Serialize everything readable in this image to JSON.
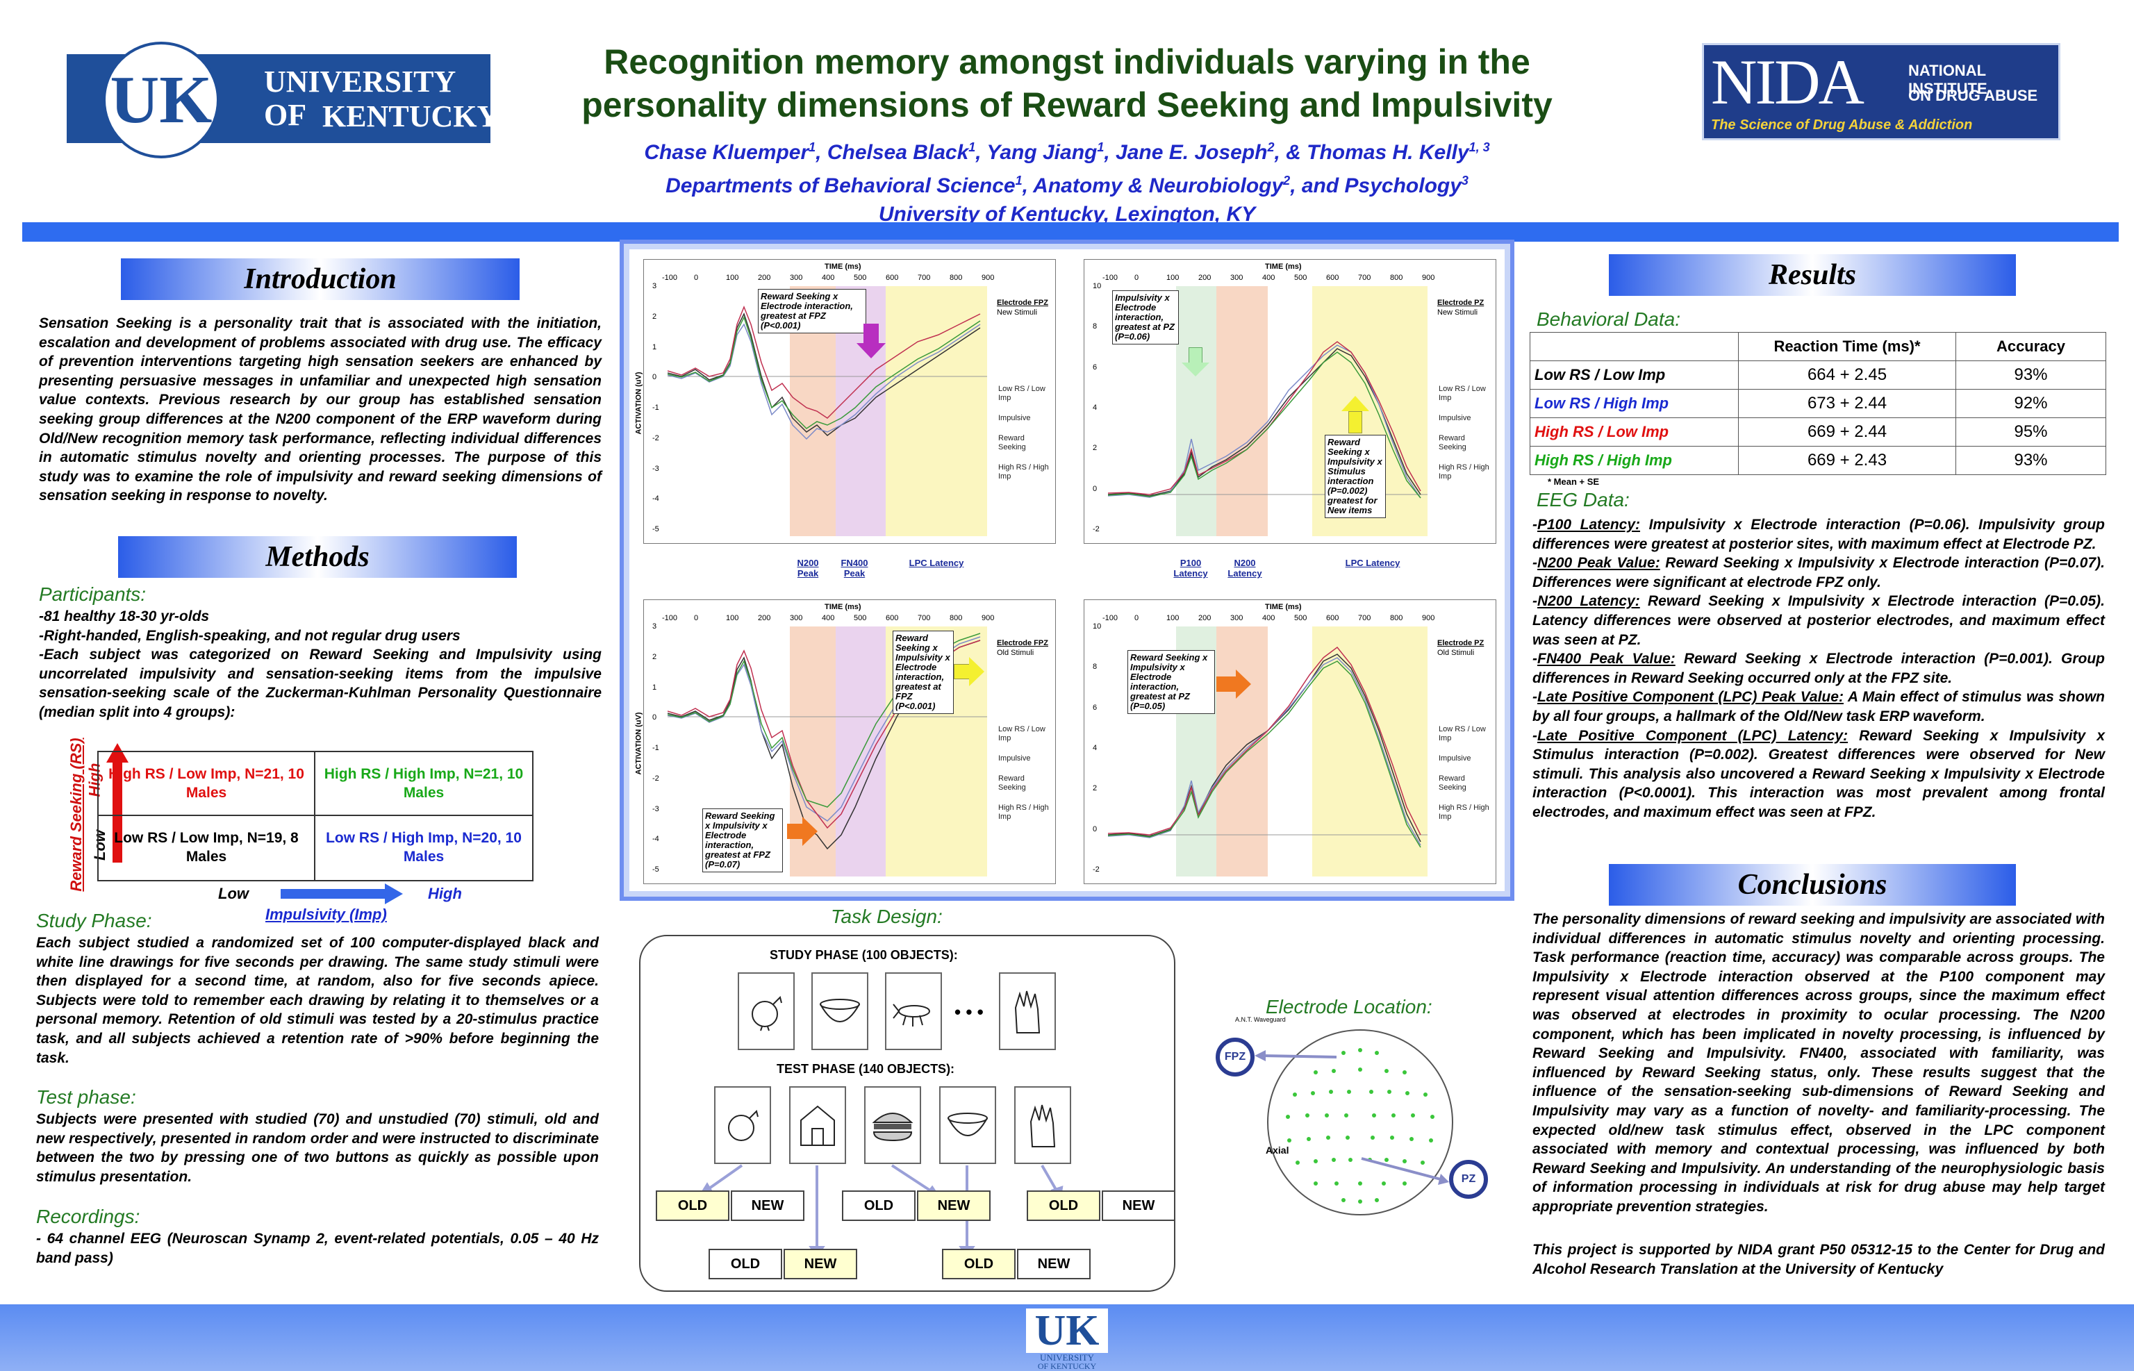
{
  "header": {
    "title_line1": "Recognition memory amongst individuals varying in the",
    "title_line2": "personality dimensions of Reward Seeking and Impulsivity",
    "authors_html": "Chase Kluemper<sup>1</sup>, Chelsea Black<sup>1</sup>, Yang Jiang<sup>1</sup>, Jane E. Joseph<sup>2</sup>, &amp; Thomas H. Kelly<sup>1, 3</sup>",
    "departments_html": "Departments of Behavioral Science<sup>1</sup>, Anatomy &amp; Neurobiology<sup>2</sup>, and Psychology<sup>3</sup>",
    "affiliation": "University of Kentucky, Lexington, KY",
    "uk_logo": {
      "mark": "UK",
      "line1": "UNIVERSITY OF",
      "line2": "KENTUCKY"
    },
    "nida_logo": {
      "mark": "NIDA",
      "line1": "NATIONAL INSTITUTE",
      "line2": "ON DRUG ABUSE",
      "tagline": "The Science of Drug Abuse & Addiction"
    }
  },
  "introduction": {
    "heading": "Introduction",
    "text": "Sensation Seeking is a personality trait that is associated with the initiation, escalation and development of problems associated with drug use. The efficacy of prevention interventions targeting high sensation seekers are enhanced by presenting persuasive messages in unfamiliar and unexpected high sensation value contexts. Previous research by our group has established sensation seeking group differences at the N200 component of the ERP waveform during Old/New recognition memory task performance, reflecting individual differences in automatic stimulus novelty and orienting processes. The purpose of this study was to examine the role of impulsivity and reward seeking dimensions of sensation seeking in response to novelty."
  },
  "methods": {
    "heading": "Methods",
    "participants_heading": "Participants:",
    "participants": [
      "-81 healthy 18-30 yr-olds",
      "-Right-handed, English-speaking, and not regular drug users",
      "-Each subject was categorized on Reward Seeking and Impulsivity using uncorrelated impulsivity and sensation-seeking items from the impulsive sensation-seeking scale of the Zuckerman-Kuhlman Personality Questionnaire (median split into 4 groups):"
    ],
    "groups": {
      "high_low": "High RS / Low Imp, N=21, 10 Males",
      "high_high": "High RS / High Imp, N=21, 10 Males",
      "low_low": "Low RS / Low Imp, N=19, 8 Males",
      "low_high": "Low RS / High Imp, N=20, 10 Males",
      "y_axis": "Reward Seeking (RS)",
      "y_high": "High",
      "y_low": "Low",
      "x_axis": "Impulsivity (Imp)",
      "x_low": "Low",
      "x_high": "High"
    },
    "study_heading": "Study Phase:",
    "study_text": "Each subject studied a randomized set of 100 computer-displayed black and white line drawings for five seconds per drawing.  The same study stimuli were then displayed for a second time, at random, also for five seconds apiece. Subjects were told to remember each drawing by relating it to themselves or a personal memory. Retention of old stimuli was tested by a 20-stimulus practice task, and all subjects achieved a retention rate of >90% before beginning the task.",
    "test_heading": "Test phase:",
    "test_text": "Subjects were presented with studied (70) and unstudied (70) stimuli, old and new respectively, presented in random order and were instructed to discriminate between the two by pressing one of two buttons as quickly as possible upon stimulus presentation.",
    "rec_heading": "Recordings:",
    "rec_text": "- 64 channel EEG (Neuroscan Synamp 2, event-related potentials, 0.05 – 40 Hz band pass)"
  },
  "erp": {
    "time_label": "TIME (ms)",
    "y_label": "ACTIVATION (uV)",
    "ticks_x": [
      "-100",
      "0",
      "100",
      "200",
      "300",
      "400",
      "500",
      "600",
      "700",
      "800",
      "900"
    ],
    "charts": [
      {
        "elec": "Electrode FPZ",
        "stim": "New Stimuli",
        "ticks_y": [
          "3",
          "2",
          "1",
          "0",
          "-1",
          "-2",
          "-3",
          "-4",
          "-5"
        ],
        "ann": "Reward Seeking x Electrode interaction, greatest at FPZ (P<0.001)"
      },
      {
        "elec": "Electrode PZ",
        "stim": "New Stimuli",
        "ticks_y": [
          "10",
          "8",
          "6",
          "4",
          "2",
          "0",
          "-2"
        ],
        "ann": "Impulsivity x Electrode interaction, greatest at PZ (P=0.06)",
        "ann2": "Reward Seeking x Impulsivity x Stimulus interaction (P=0.002) greatest for New items"
      },
      {
        "elec": "Electrode FPZ",
        "stim": "Old Stimuli",
        "ticks_y": [
          "3",
          "2",
          "1",
          "0",
          "-1",
          "-2",
          "-3",
          "-4",
          "-5"
        ],
        "ann": "Reward Seeking x Impulsivity x Electrode interaction, greatest at FPZ (P<0.001)",
        "ann2": "Reward Seeking x Impulsivity x Electrode interaction, greatest at FPZ (P=0.07)"
      },
      {
        "elec": "Electrode PZ",
        "stim": "Old Stimuli",
        "ticks_y": [
          "10",
          "8",
          "6",
          "4",
          "2",
          "0",
          "-2"
        ],
        "ann": "Reward Seeking x Impulsivity x Electrode interaction, greatest at PZ (P=0.05)"
      }
    ],
    "legend": [
      "Low RS / Low Imp",
      "Impulsive",
      "Reward Seeking",
      "High RS / High Imp"
    ],
    "latency_left": [
      "N200 Peak",
      "FN400 Peak",
      "LPC Latency"
    ],
    "latency_right": [
      "P100 Latency",
      "N200 Latency",
      "LPC Latency"
    ]
  },
  "task": {
    "heading": "Task Design:",
    "study_label": "STUDY PHASE (100 OBJECTS):",
    "test_label": "TEST PHASE (140 OBJECTS):",
    "ellipsis": "• • •",
    "old": "OLD",
    "new": "NEW"
  },
  "electrode": {
    "heading": "Electrode Location:",
    "fpz": "FPZ",
    "pz": "PZ",
    "axial": "Axial",
    "ant": "A.N.T. Waveguard"
  },
  "results": {
    "heading": "Results",
    "behavioral_heading": "Behavioral Data:",
    "table_headers": [
      "Reaction Time (ms)*",
      "Accuracy"
    ],
    "rows": [
      {
        "group": "Low RS / Low Imp",
        "rt": "664 + 2.45",
        "acc": "93%",
        "color": "#000000"
      },
      {
        "group": "Low RS / High Imp",
        "rt": "673 + 2.44",
        "acc": "92%",
        "color": "#1a2ad0"
      },
      {
        "group": "High RS / Low Imp",
        "rt": "669 + 2.44",
        "acc": "95%",
        "color": "#e01010"
      },
      {
        "group": "High RS / High Imp",
        "rt": "669 + 2.43",
        "acc": "93%",
        "color": "#18a818"
      }
    ],
    "footnote": "* Mean + SE",
    "eeg_heading": "EEG Data:",
    "eeg": [
      {
        "label": "P100 Latency:",
        "text": " Impulsivity x Electrode interaction (P=0.06). Impulsivity group differences were greatest at posterior sites, with maximum effect at Electrode PZ."
      },
      {
        "label": "N200 Peak Value:",
        "text": " Reward Seeking x Impulsivity x Electrode interaction (P=0.07). Differences were significant at electrode FPZ only."
      },
      {
        "label": "N200 Latency:",
        "text": " Reward Seeking x Impulsivity x Electrode interaction (P=0.05). Latency differences were observed at posterior electrodes, and maximum effect was seen at PZ."
      },
      {
        "label": "FN400 Peak Value:",
        "text": " Reward Seeking x Electrode interaction (P=0.001). Group differences in Reward Seeking occurred only at the FPZ site."
      },
      {
        "label": "Late Positive Component (LPC) Peak Value:",
        "text": "  A Main effect of stimulus was shown by all four groups, a hallmark of the Old/New task ERP waveform."
      },
      {
        "label": "Late Positive Component (LPC) Latency:",
        "text": "  Reward Seeking x Impulsivity x Stimulus interaction (P=0.002). Greatest differences were observed for New stimuli.  This analysis also uncovered a Reward Seeking x Impulsivity x Electrode interaction (P<0.0001).   This interaction was most prevalent among frontal electrodes, and maximum effect was seen at FPZ."
      }
    ]
  },
  "conclusions": {
    "heading": "Conclusions",
    "text": "The personality dimensions of reward seeking and impulsivity are associated with individual differences in automatic stimulus novelty and orienting processing. Task performance (reaction time, accuracy) was comparable across groups. The Impulsivity x Electrode interaction observed at the P100 component may represent visual attention differences across groups, since the maximum effect was observed at electrodes in proximity to ocular processing. The N200 component, which has been implicated in novelty processing, is influenced by Reward Seeking and Impulsivity. FN400, associated with familiarity, was influenced by Reward Seeking status, only. These results suggest that the influence of the sensation-seeking sub-dimensions of Reward Seeking and Impulsivity may vary as a function of novelty- and familiarity-processing. The expected old/new task stimulus effect, observed in the LPC component associated with memory and contextual processing, was influenced by both Reward Seeking and Impulsivity. An understanding of the neurophysiologic basis of information processing in individuals at risk for drug abuse may help target appropriate prevention strategies.",
    "funding": "This project is supported by NIDA grant P50 05312-15 to the Center for Drug and Alcohol Research Translation at the University of Kentucky"
  },
  "footer": {
    "mark": "UK",
    "line1": "UNIVERSITY",
    "line2": "OF KENTUCKY"
  },
  "colors": {
    "low_low": "#333333",
    "impulsive": "#7b8ac8",
    "reward": "#c03050",
    "high_high": "#3a9a3a",
    "n200": "#f8d7c4",
    "fn400": "#ead3ee",
    "lpc": "#fbf6c0",
    "p100": "#e0f0e0"
  }
}
